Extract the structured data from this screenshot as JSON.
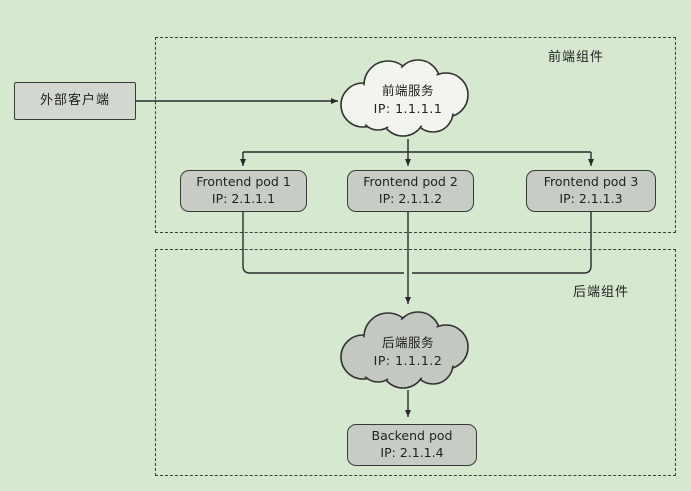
{
  "client": {
    "label": "外部客户端"
  },
  "frontend_group": {
    "label": "前端组件",
    "service": {
      "name": "前端服务",
      "ip": "IP: 1.1.1.1"
    },
    "pods": [
      {
        "name": "Frontend pod 1",
        "ip": "IP: 2.1.1.1"
      },
      {
        "name": "Frontend pod 2",
        "ip": "IP: 2.1.1.2"
      },
      {
        "name": "Frontend pod 3",
        "ip": "IP: 2.1.1.3"
      }
    ]
  },
  "backend_group": {
    "label": "后端组件",
    "service": {
      "name": "后端服务",
      "ip": "IP: 1.1.1.2"
    },
    "pod": {
      "name": "Backend pod",
      "ip": "IP: 2.1.1.4"
    }
  },
  "colors": {
    "background": "#d6e8d0",
    "pod_fill": "#c7cdc5",
    "frontend_cloud_fill": "#f2f4ee",
    "backend_cloud_fill": "#c3c9c1",
    "line_color": "#2a2a2a"
  }
}
